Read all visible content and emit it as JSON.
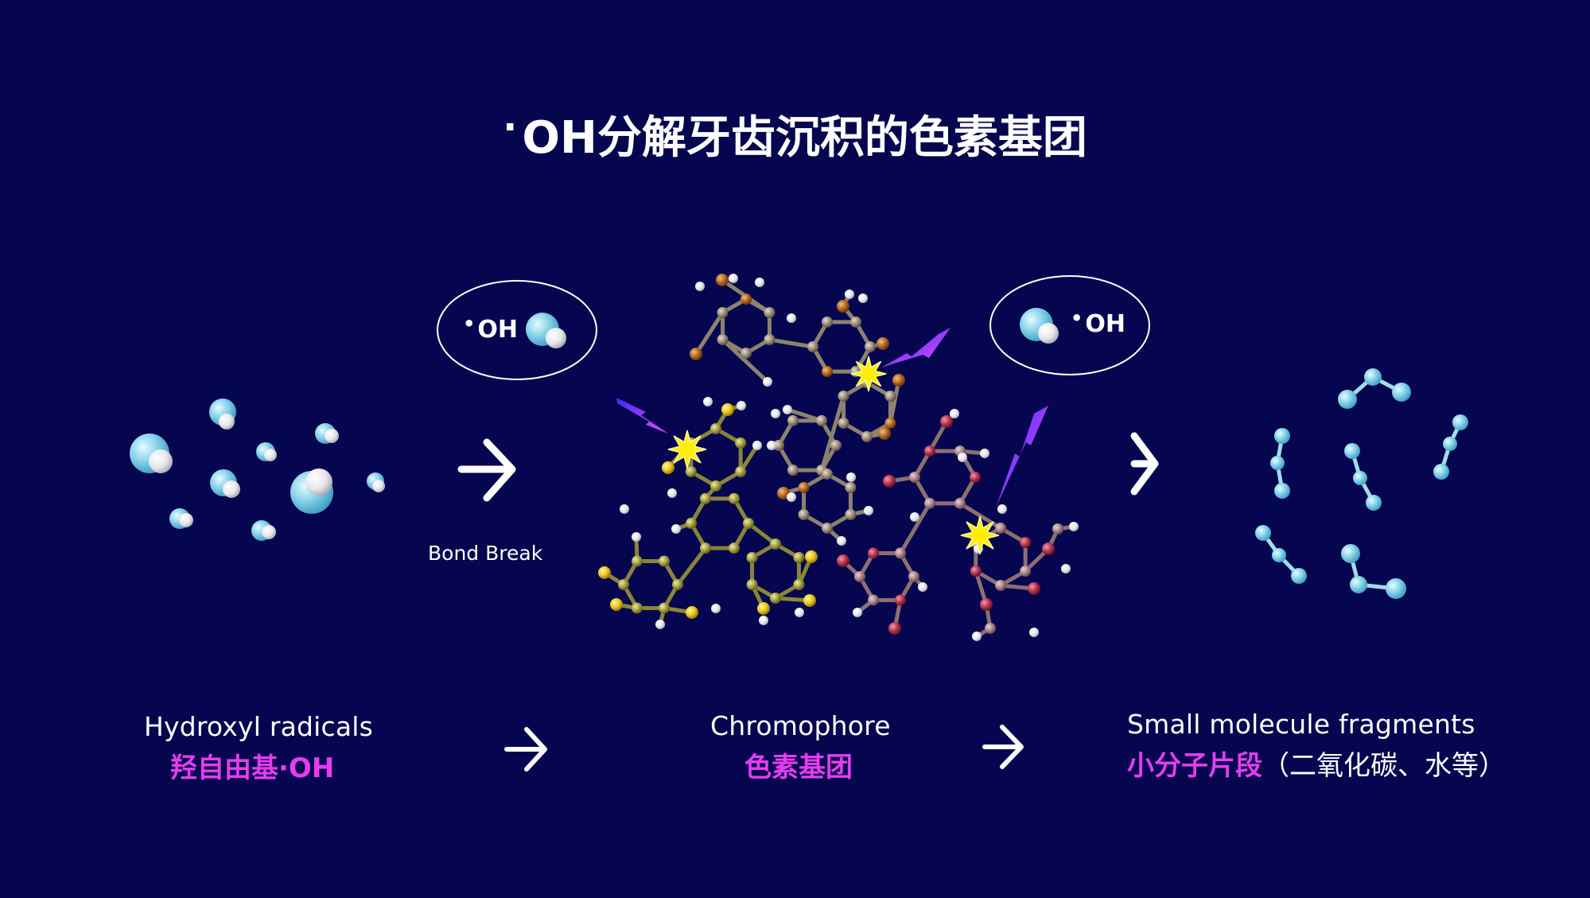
{
  "title": {
    "prefix": "·",
    "text": "OH分解牙齿沉积的色素基团"
  },
  "bubble_left": {
    "prefix": "•",
    "text": "OH"
  },
  "bubble_right": {
    "prefix": "•",
    "text": "OH"
  },
  "bond_break_label": "Bond Break",
  "captions": [
    {
      "en": "Hydroxyl radicals",
      "cn": "羟自由基·OH",
      "cn_extra": ""
    },
    {
      "en": "Chromophore",
      "cn": "色素基团",
      "cn_extra": ""
    },
    {
      "en": "Small molecule fragments",
      "cn": "小分子片段",
      "cn_extra": "（二氧化碳、水等）"
    }
  ],
  "colors": {
    "background": "#05064f",
    "accent_magenta": "#e63cf0",
    "water_blue": "#7fd3ea",
    "hydrogen_white": "#f2f2f2",
    "chromophore_brown": "#9a8c7a",
    "chromophore_yellow": "#a6a244",
    "chromophore_red": "#b3334d",
    "spark_yellow": "#ffee00",
    "lightning_purple": "#8a3cff"
  },
  "icons": [
    "arrow-right-icon",
    "star-burst-icon",
    "lightning-icon",
    "water-molecule-icon"
  ]
}
